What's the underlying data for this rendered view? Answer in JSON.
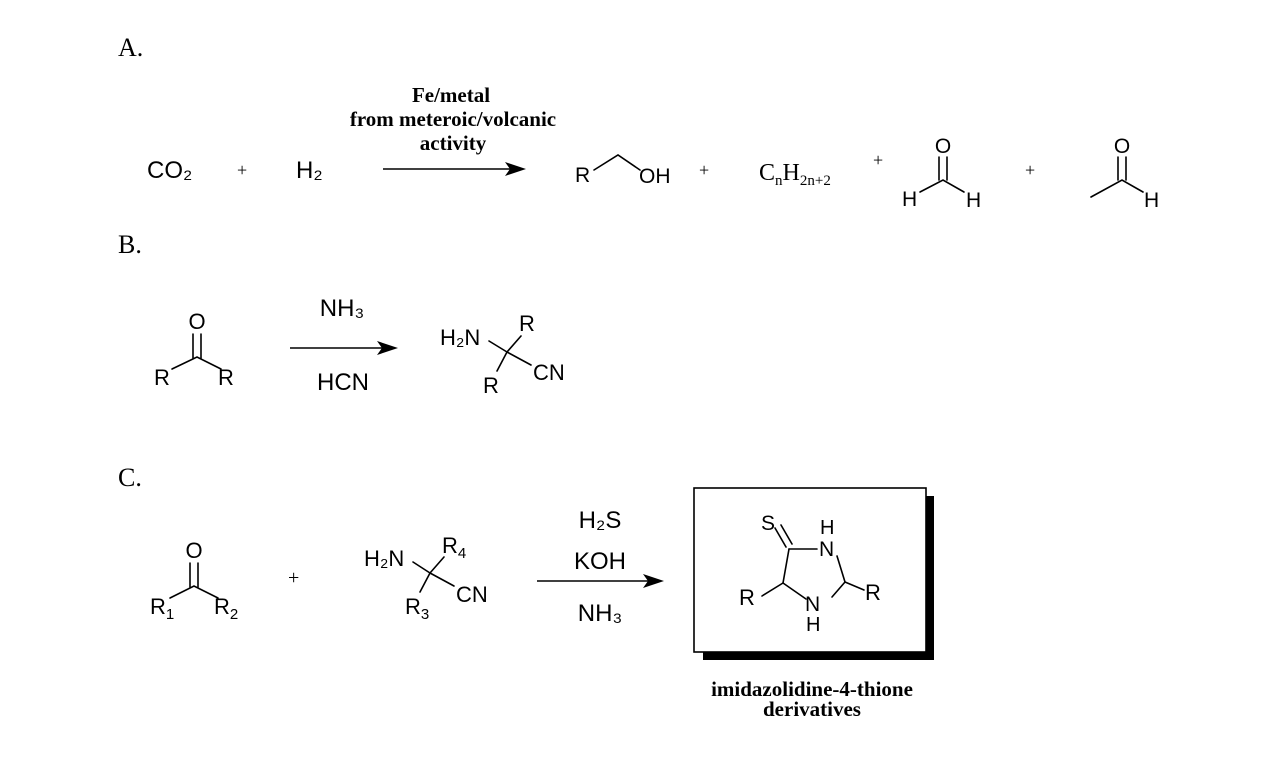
{
  "colors": {
    "ink": "#000000",
    "background": "#ffffff"
  },
  "panels": {
    "a": {
      "label": "A.",
      "reactants": {
        "co2": "CO₂",
        "plus": "+",
        "h2": "H₂"
      },
      "conditions": {
        "line1": "Fe/metal",
        "line2": "from meteroic/volcanic",
        "line3": "activity"
      },
      "alcohol": {
        "r": "R",
        "oh": "OH"
      },
      "plus1": "+",
      "alkane": {
        "c": "C",
        "n": "n",
        "h": "H",
        "sub": "2n+2"
      },
      "plus2": "+",
      "formaldehyde": {
        "o": "O",
        "h_left": "H",
        "h_right": "H"
      },
      "plus3": "+",
      "acetaldehyde": {
        "o": "O",
        "h": "H"
      }
    },
    "b": {
      "label": "B.",
      "ketone": {
        "o": "O",
        "r_left": "R",
        "r_right": "R"
      },
      "conditions": {
        "above": "NH₃",
        "below": "HCN"
      },
      "product": {
        "h2n": "H₂N",
        "r_top": "R",
        "r_bottom": "R",
        "cn": "CN"
      }
    },
    "c": {
      "label": "C.",
      "ketone": {
        "o": "O",
        "r1": "R",
        "r1_sub": "1",
        "r2": "R",
        "r2_sub": "2"
      },
      "plus": "+",
      "aminonitrile": {
        "h2n": "H₂N",
        "r4": "R",
        "r4_sub": "4",
        "r3": "R",
        "r3_sub": "3",
        "cn": "CN"
      },
      "conditions": {
        "line1": "H₂S",
        "line2": "KOH",
        "line3": "NH₃"
      },
      "product": {
        "s": "S",
        "h_top": "H",
        "n_top": "N",
        "n_bottom": "N",
        "h_bottom": "H",
        "r_left": "R",
        "r_right": "R",
        "caption_line1": "imidazolidine-4-thione",
        "caption_line2": "derivatives"
      }
    }
  }
}
